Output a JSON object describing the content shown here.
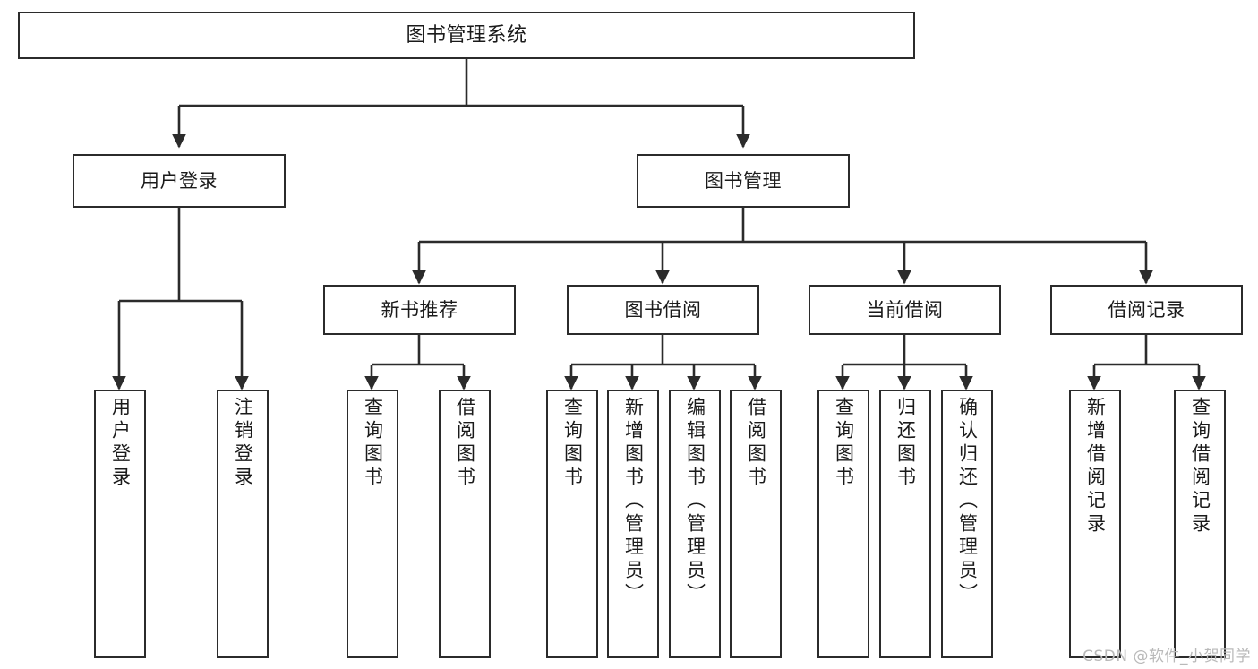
{
  "diagram": {
    "title": "图书管理系统",
    "type": "tree-hierarchy-diagram",
    "colors": {
      "node_border": "#2b2b2b",
      "node_fill": "#ffffff",
      "edge": "#2b2b2b",
      "text": "#1a1a1a",
      "background": "#ffffff",
      "watermark": "#b9b9b9"
    },
    "nodes": {
      "root": {
        "label": "图书管理系统"
      },
      "level1": [
        {
          "label": "用户登录"
        },
        {
          "label": "图书管理"
        }
      ],
      "level2": [
        {
          "label": "新书推荐"
        },
        {
          "label": "图书借阅"
        },
        {
          "label": "当前借阅"
        },
        {
          "label": "借阅记录"
        }
      ],
      "leaves": {
        "user_login": [
          {
            "label": "用户登录"
          },
          {
            "label": "注销登录"
          }
        ],
        "new_book_recommend": [
          {
            "label": "查询图书"
          },
          {
            "label": "借阅图书"
          }
        ],
        "book_borrow": [
          {
            "label": "查询图书"
          },
          {
            "label": "新增图书（管理员）"
          },
          {
            "label": "编辑图书（管理员）"
          },
          {
            "label": "借阅图书"
          }
        ],
        "current_borrow": [
          {
            "label": "查询图书"
          },
          {
            "label": "归还图书"
          },
          {
            "label": "确认归还（管理员）"
          }
        ],
        "borrow_record": [
          {
            "label": "新增借阅记录"
          },
          {
            "label": "查询借阅记录"
          }
        ]
      }
    },
    "watermark": "CSDN @软件_小贺同学"
  }
}
